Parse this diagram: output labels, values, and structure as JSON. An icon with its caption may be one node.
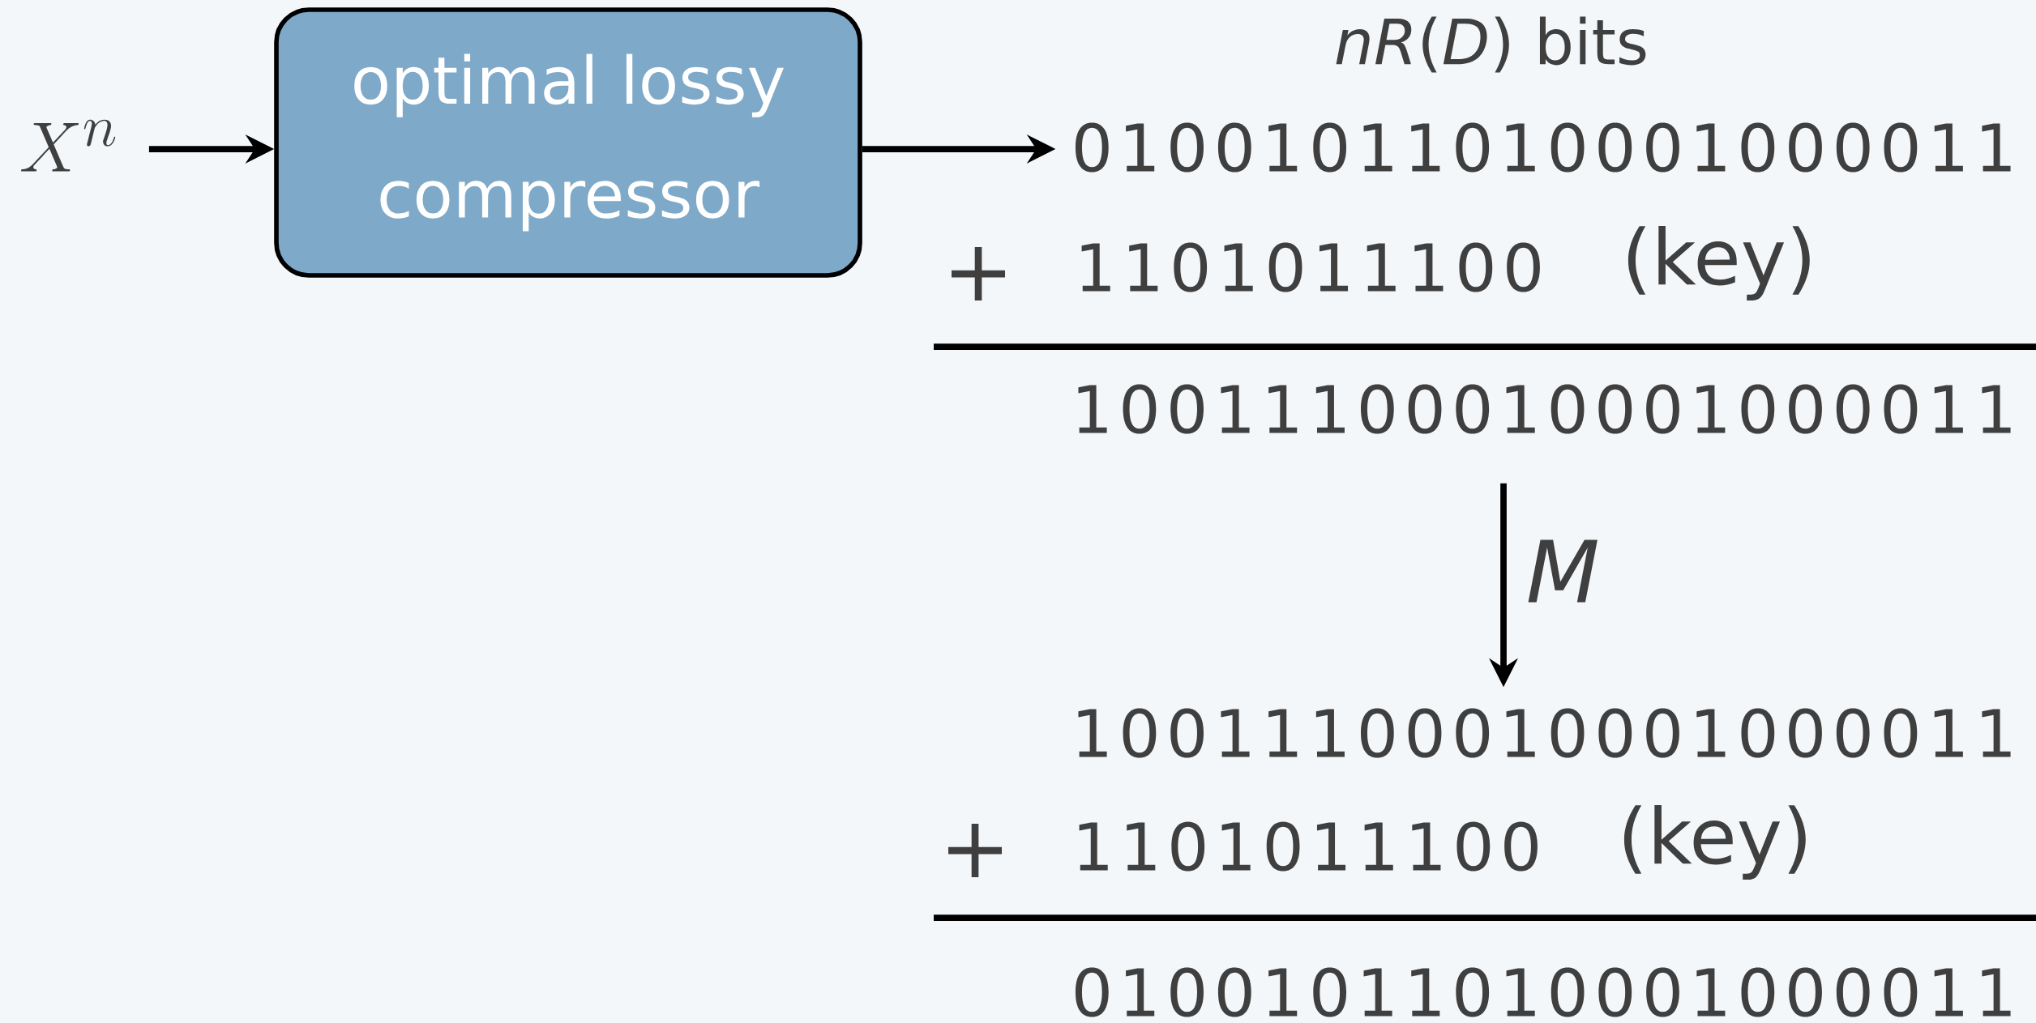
{
  "diagram": {
    "nodes": [
      {
        "text": [
          "X^n"
        ]
      },
      {
        "text": [
          "optimal lossy compressor"
        ]
      },
      {
        "text": [
          "01001011010001000011"
        ]
      },
      {
        "text": [
          "10011100010001000011"
        ]
      },
      {
        "text": [
          "10011100010001000011"
        ]
      }
    ],
    "edges": [
      {
        "from": 0,
        "to": 1,
        "arrow": "to"
      },
      {
        "from": 1,
        "to": 2,
        "arrow": "to"
      },
      {
        "from": 3,
        "to": 4,
        "arrow": "to",
        "label": "M"
      }
    ],
    "labels": [
      "*nR*(*D*) bits",
      "+",
      "1101011100",
      "(key)",
      "+",
      "1101011100",
      "(key)",
      "01001011010001000011"
    ]
  }
}
